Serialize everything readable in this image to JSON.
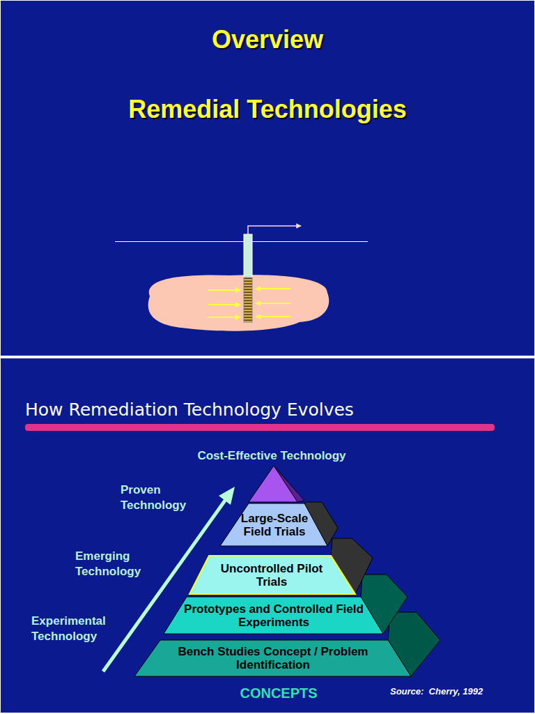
{
  "diagram": {
    "title": "How Remediation Technology Evolves",
    "nodes": [
      {
        "text": [
          "Large-Scale Field Trials"
        ]
      },
      {
        "text": [
          "Uncontrolled Pilot Trials"
        ]
      },
      {
        "text": [
          "Prototypes and Controlled Field Experiments"
        ]
      },
      {
        "text": [
          "Bench Studies Concept / Problem Identification"
        ]
      }
    ],
    "labels": [
      "Overview",
      "Remedial Technologies",
      "Cost-Effective Technology",
      "Proven Technology",
      "Emerging Technology",
      "Experimental Technology",
      "CONCEPTS",
      "Source:  Cherry, 1992"
    ]
  }
}
